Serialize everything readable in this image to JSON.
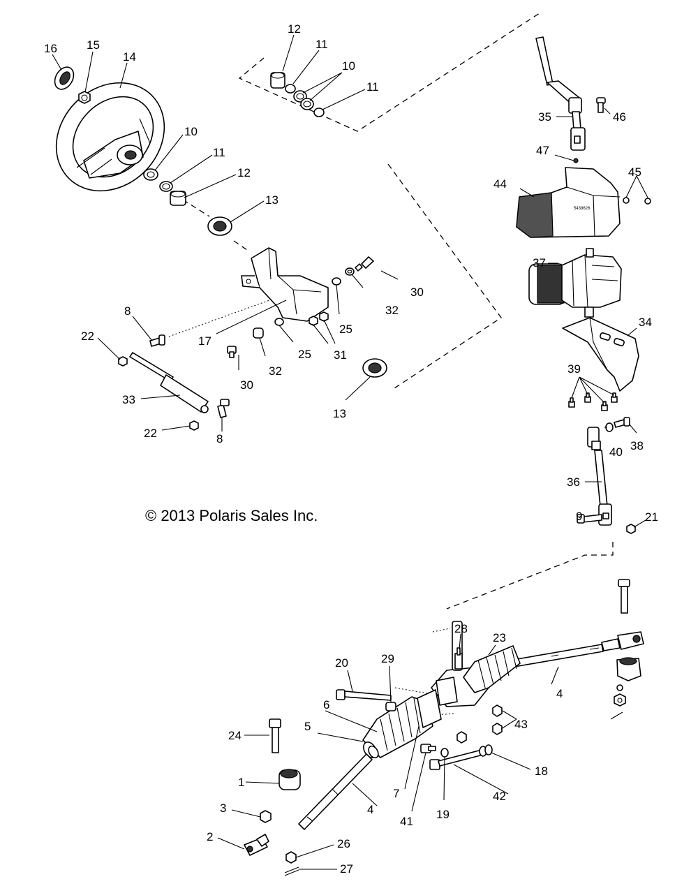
{
  "copyright": "© 2013 Polaris Sales Inc.",
  "cover_stamp": "5438626",
  "callouts": {
    "c16": "16",
    "c15": "15",
    "c14": "14",
    "c12a": "12",
    "c11a": "11",
    "c10a": "10",
    "c11b": "11",
    "c10b": "10",
    "c11c": "11",
    "c12b": "12",
    "c13a": "13",
    "c35": "35",
    "c46": "46",
    "c47": "47",
    "c45": "45",
    "c44": "44",
    "c37": "37",
    "c34": "34",
    "c39": "39",
    "c38": "38",
    "c40": "40",
    "c36": "36",
    "c9": "9",
    "c21": "21",
    "c30a": "30",
    "c32a": "32",
    "c25a": "25",
    "c17": "17",
    "c8a": "8",
    "c22a": "22",
    "c30b": "30",
    "c32b": "32",
    "c25b": "25",
    "c31": "31",
    "c13b": "13",
    "c33": "33",
    "c22b": "22",
    "c8b": "8",
    "c28": "28",
    "c23": "23",
    "c20": "20",
    "c29": "29",
    "c4a": "4",
    "c6": "6",
    "c5": "5",
    "c24": "24",
    "c43": "43",
    "c18": "18",
    "c1": "1",
    "c7": "7",
    "c41": "41",
    "c19": "19",
    "c42": "42",
    "c4b": "4",
    "c3": "3",
    "c2": "2",
    "c26": "26",
    "c27": "27"
  }
}
